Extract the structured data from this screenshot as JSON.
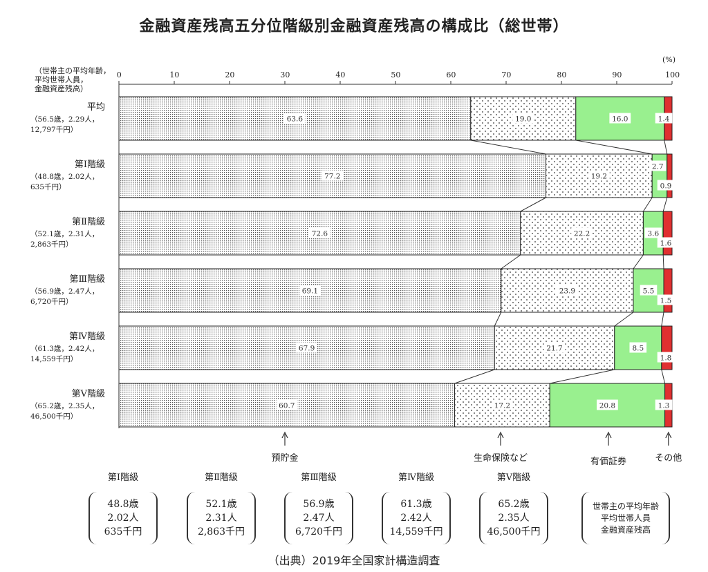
{
  "title": "金融資産残高五分位階級別金融資産残高の構成比（総世帯）",
  "unit": "(%)",
  "row_caption": [
    "（世帯主の平均年齢，",
    "平均世帯人員，",
    "金融資産残高）"
  ],
  "source": "（出典）2019年全国家計構造調査",
  "chart_data": {
    "type": "bar",
    "orientation": "horizontal",
    "stacked": true,
    "xlim": [
      0,
      100
    ],
    "xticks": [
      0,
      10,
      20,
      30,
      40,
      50,
      60,
      70,
      80,
      90,
      100
    ],
    "categories": [
      "平均",
      "第Ⅰ階級",
      "第Ⅱ階級",
      "第Ⅲ階級",
      "第Ⅳ階級",
      "第Ⅴ階級"
    ],
    "category_details": [
      [
        "（56.5歳，2.29人，",
        "12,797千円）"
      ],
      [
        "（48.8歳，2.02人，",
        "635千円）"
      ],
      [
        "（52.1歳，2.31人，",
        "2,863千円）"
      ],
      [
        "（56.9歳，2.47人，",
        "6,720千円）"
      ],
      [
        "（61.3歳，2.42人，",
        "14,559千円）"
      ],
      [
        "（65.2歳，2.35人，",
        "46,500千円）"
      ]
    ],
    "series": [
      {
        "name": "預貯金",
        "values": [
          63.6,
          77.2,
          72.6,
          69.1,
          67.9,
          60.7
        ],
        "labels": [
          "63.6",
          "77.2",
          "72.6",
          "69.1",
          "67.9",
          "60.7"
        ],
        "pattern": "dense-dots",
        "color": "#ffffff"
      },
      {
        "name": "生命保険など",
        "values": [
          19.0,
          19.2,
          22.2,
          23.9,
          21.7,
          17.2
        ],
        "labels": [
          "19.0",
          "19.2",
          "22.2",
          "23.9",
          "21.7",
          "17.2"
        ],
        "pattern": "sparse-dots",
        "color": "#ffffff"
      },
      {
        "name": "有価証券",
        "values": [
          16.0,
          2.7,
          3.6,
          5.5,
          8.5,
          20.8
        ],
        "labels": [
          "16.0",
          "2.7",
          "3.6",
          "5.5",
          "8.5",
          "20.8"
        ],
        "color": "#99f08f"
      },
      {
        "name": "その他",
        "values": [
          1.4,
          0.9,
          1.6,
          1.5,
          1.8,
          1.3
        ],
        "labels": [
          "1.4",
          "0.9",
          "1.6",
          "1.5",
          "1.8",
          "1.3"
        ],
        "color": "#e03030"
      }
    ]
  },
  "quintiles": [
    {
      "name": "第Ⅰ階級",
      "age": "48.8歳",
      "members": "2.02人",
      "assets": "635千円"
    },
    {
      "name": "第Ⅱ階級",
      "age": "52.1歳",
      "members": "2.31人",
      "assets": "2,863千円"
    },
    {
      "name": "第Ⅲ階級",
      "age": "56.9歳",
      "members": "2.47人",
      "assets": "6,720千円"
    },
    {
      "name": "第Ⅳ階級",
      "age": "61.3歳",
      "members": "2.42人",
      "assets": "14,559千円"
    },
    {
      "name": "第Ⅴ階級",
      "age": "65.2歳",
      "members": "2.35人",
      "assets": "46,500千円"
    }
  ],
  "legend_box": [
    "世帯主の平均年齢",
    "平均世帯人員",
    "金融資産残高"
  ]
}
